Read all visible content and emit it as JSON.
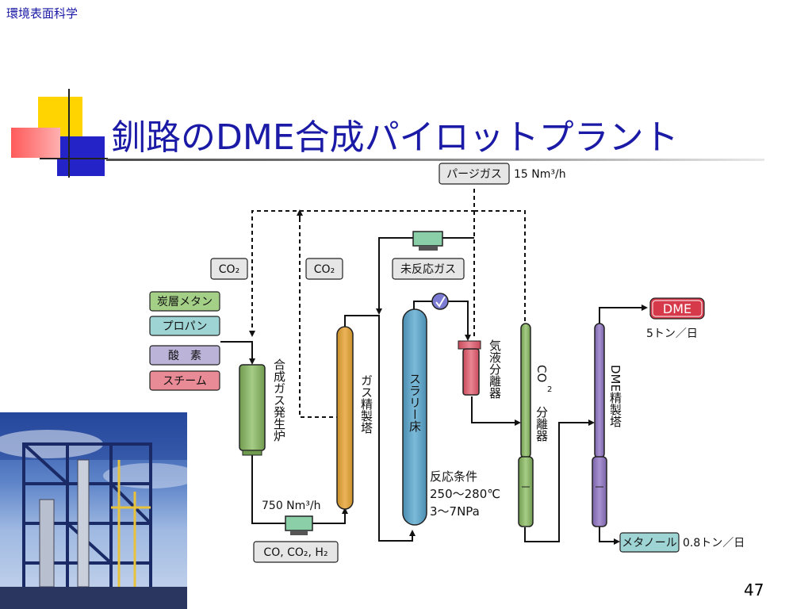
{
  "header": {
    "label": "環境表面科学"
  },
  "title": "釧路のDME合成パイロットプラント",
  "page_number": "47",
  "diagram": {
    "feeds": [
      "炭層メタン",
      "プロパン",
      "酸　素",
      "スチーム"
    ],
    "co2_label": "CO₂",
    "purge_gas": "パージガス",
    "purge_flow": "15 Nm³/h",
    "unreacted_gas": "未反応ガス",
    "product_dme": "DME",
    "dme_rate": "5トン／日",
    "methanol": "メタノール",
    "methanol_rate": "0.8トン／日",
    "syngas_flow": "750 Nm³/h",
    "syngas": "CO, CO₂, H₂",
    "reaction_conditions": [
      "反応条件",
      "250〜280℃",
      "3〜7NPa"
    ],
    "units": {
      "gas_generator": "合成ガス発生炉",
      "gas_purifier": "ガス精製塔",
      "slurry_bed": "スラリー床",
      "gas_liquid_separator": "気液分離器",
      "co2_separator_a": "CO",
      "co2_separator_sub": "2",
      "co2_separator_b": "分離器",
      "dme_purifier": "DME精製塔"
    }
  }
}
